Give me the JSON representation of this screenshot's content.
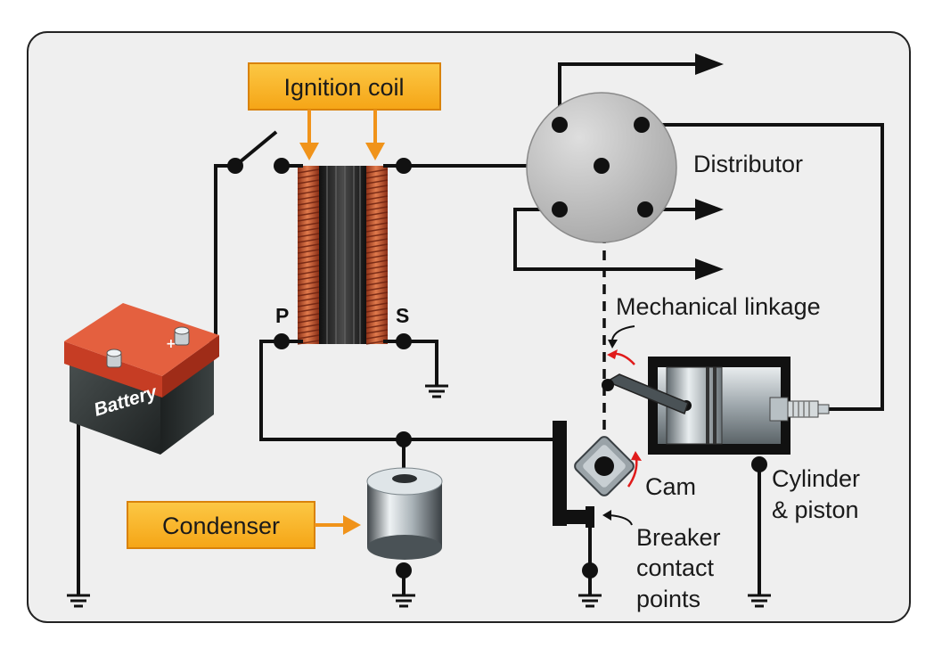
{
  "labels": {
    "ignition_coil": "Ignition coil",
    "distributor": "Distributor",
    "mechanical_linkage": "Mechanical linkage",
    "battery": "Battery",
    "condenser": "Condenser",
    "cam": "Cam",
    "cylinder_line1": "Cylinder",
    "cylinder_line2": "& piston",
    "breaker_line1": "Breaker",
    "breaker_line2": "contact",
    "breaker_line3": "points",
    "terminal_p": "P",
    "terminal_s": "S"
  },
  "colors": {
    "panel": "#efefef",
    "callout_fill": "#f7b21e",
    "callout_stroke": "#d9820a",
    "callout_arrow": "#f0931a",
    "coil_winding": "#c2542d",
    "coil_core": "#2a2a2a",
    "battery_red": "#d2452a",
    "battery_dark": "#2f3434",
    "distributor_gray": "#b9b9b9",
    "spin_arrow": "#e01b1b",
    "wire": "#111111"
  },
  "icons": [
    "battery-icon",
    "ignition-coil-icon",
    "distributor-cap-icon",
    "condenser-icon",
    "cam-icon",
    "cylinder-piston-icon",
    "spark-plug-icon",
    "ground-symbol-icon",
    "switch-icon"
  ]
}
